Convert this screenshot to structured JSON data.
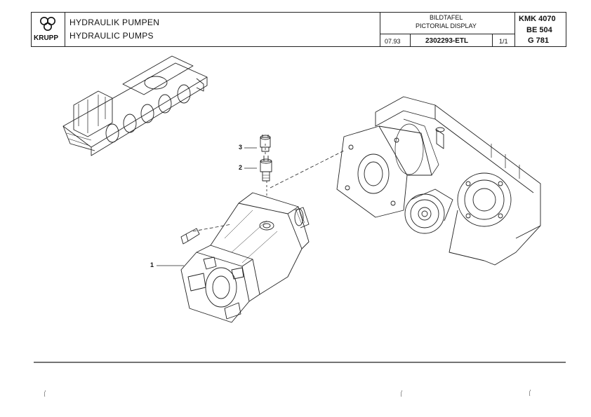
{
  "header": {
    "brand": "KRUPP",
    "title_de": "HYDRAULIK PUMPEN",
    "title_en": "HYDRAULIC PUMPS",
    "display_de": "BILDTAFEL",
    "display_en": "PICTORIAL DISPLAY",
    "date": "07.93",
    "doc_number": "2302293-ETL",
    "sheet": "1/1",
    "model": "KMK 4070",
    "be": "BE 504",
    "group": "G 781"
  },
  "callouts": [
    {
      "label": "1",
      "item": "hydraulic-pump"
    },
    {
      "label": "2",
      "item": "fitting"
    },
    {
      "label": "3",
      "item": "plug-screw"
    }
  ],
  "icons": {
    "logo": "krupp-three-rings-icon"
  }
}
